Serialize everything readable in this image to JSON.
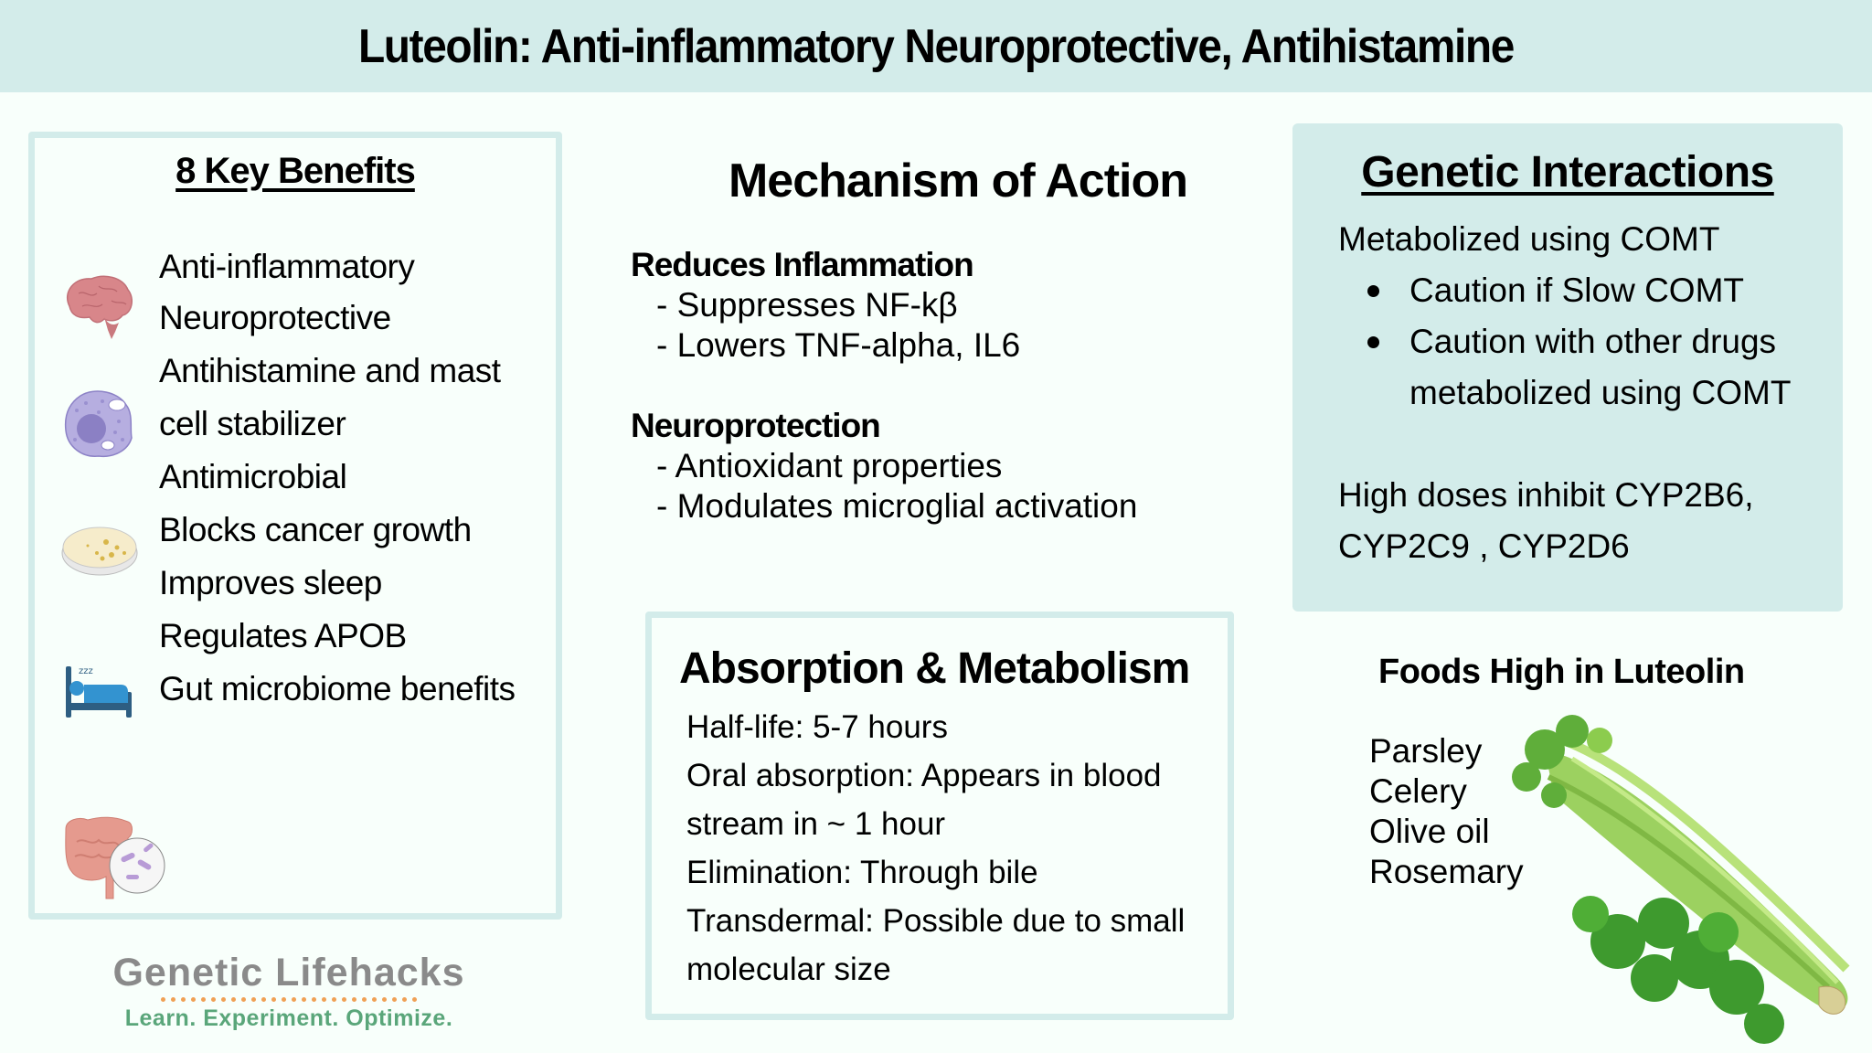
{
  "header": {
    "title": "Luteolin: Anti-inflammatory Neuroprotective, Antihistamine"
  },
  "benefits": {
    "title": "8 Key Benefits",
    "lines": [
      "Anti-inflammatory",
      "Neuroprotective",
      "Antihistamine and mast",
      "cell stabilizer",
      "Antimicrobial",
      "Blocks cancer growth",
      "Improves sleep",
      "Regulates APOB",
      "Gut microbiome benefits"
    ],
    "icons": [
      "brain-icon",
      "mast-cell-icon",
      "petri-dish-icon",
      "sleeping-bed-icon",
      "intestine-microbiome-icon"
    ]
  },
  "logo": {
    "brand": "Genetic Lifehacks",
    "tagline": "Learn. Experiment. Optimize."
  },
  "mechanism": {
    "title": "Mechanism of Action",
    "groups": [
      {
        "heading": "Reduces Inflammation",
        "items": [
          "- Suppresses NF-kβ",
          "- Lowers TNF-alpha, IL6"
        ]
      },
      {
        "heading": "Neuroprotection",
        "items": [
          "- Antioxidant properties",
          "- Modulates microglial activation"
        ]
      }
    ]
  },
  "absorption": {
    "title": "Absorption & Metabolism",
    "lines": [
      "Half-life: 5-7 hours",
      "Oral absorption: Appears in blood",
      "stream in ~ 1 hour",
      "Elimination: Through bile",
      "Transdermal: Possible due to small",
      "molecular size"
    ]
  },
  "genetic": {
    "title": "Genetic Interactions",
    "intro": "Metabolized using COMT",
    "bullets": [
      "Caution if Slow COMT",
      "Caution with other drugs",
      "metabolized using COMT"
    ],
    "cyp_line1": "High doses inhibit CYP2B6,",
    "cyp_line2": "CYP2C9 , CYP2D6"
  },
  "foods": {
    "title": "Foods High in Luteolin",
    "items": [
      "Parsley",
      "Celery",
      "Olive oil",
      "Rosemary"
    ],
    "image": "celery-parsley-image"
  },
  "colors": {
    "background": "#f8fffb",
    "accent": "#d3ecea",
    "logo_gray": "#8a8a8a",
    "logo_green": "#5aa67a",
    "logo_orange": "#f0a055"
  }
}
